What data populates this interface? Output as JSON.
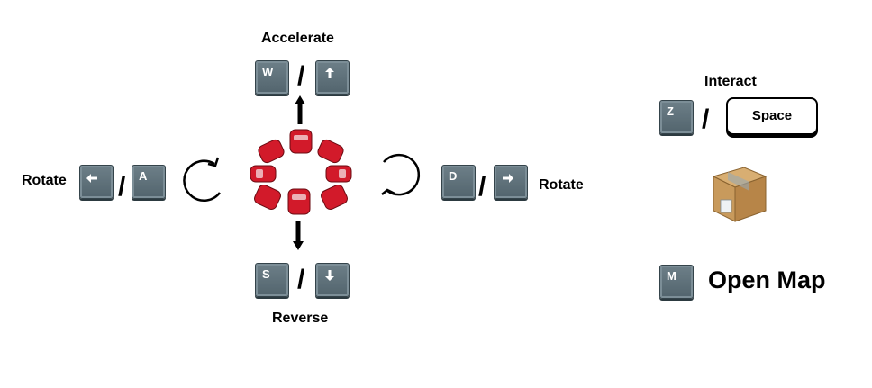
{
  "controls": {
    "accelerate": {
      "label": "Accelerate",
      "key1": "W",
      "key2_icon": "arrow-up-icon",
      "separator": "/"
    },
    "reverse": {
      "label": "Reverse",
      "key1": "S",
      "key2_icon": "arrow-down-icon",
      "separator": "/"
    },
    "rotate_left": {
      "label": "Rotate",
      "key1_icon": "arrow-left-icon",
      "key2": "A",
      "separator": "/"
    },
    "rotate_right": {
      "label": "Rotate",
      "key1": "D",
      "key2_icon": "arrow-right-icon",
      "separator": "/"
    },
    "interact": {
      "label": "Interact",
      "key1": "Z",
      "key2": "Space",
      "separator": "/"
    },
    "map": {
      "key": "M",
      "label": "Open Map"
    }
  },
  "colors": {
    "key_face": "#5e707a",
    "car": "#d21a2a",
    "box": "#c89a5c"
  }
}
